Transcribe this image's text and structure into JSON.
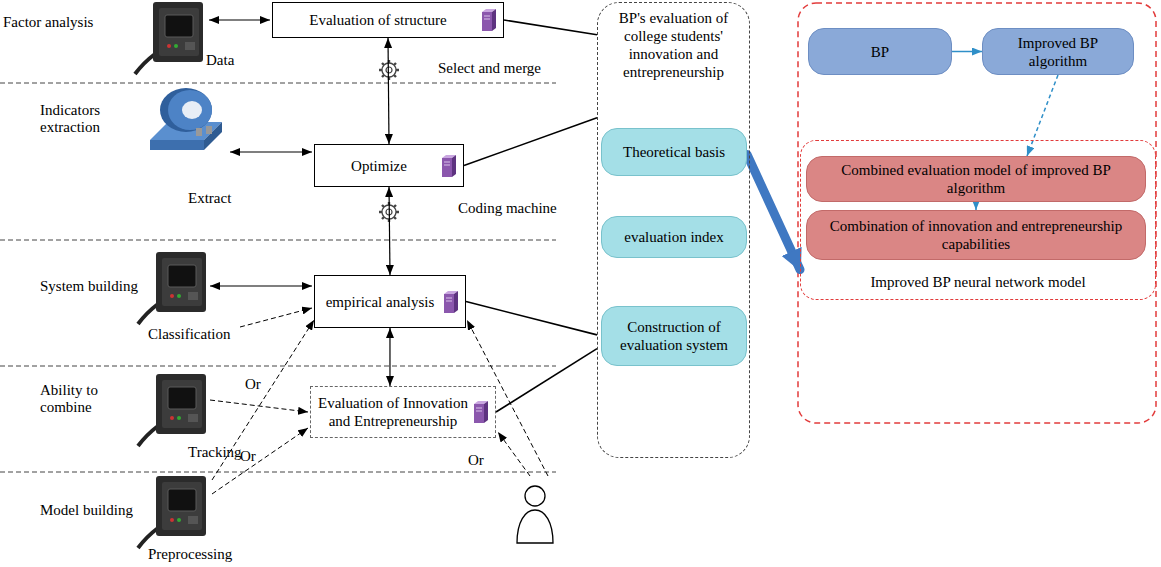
{
  "diagram": {
    "nodes": [
      {
        "text": [
          "Evaluation of structure"
        ]
      },
      {
        "text": [
          "Optimize"
        ]
      },
      {
        "text": [
          "empirical analysis"
        ]
      },
      {
        "text": [
          "Evaluation of Innovation and Entrepreneurship"
        ]
      },
      {
        "text": [
          "BP's evaluation of college students' innovation and entrepreneurship"
        ]
      },
      {
        "text": [
          "Theoretical basis"
        ],
        "in": 4
      },
      {
        "text": [
          "evaluation index"
        ],
        "in": 4
      },
      {
        "text": [
          "Construction of evaluation system"
        ],
        "in": 4
      },
      {
        "text": [
          "BP"
        ]
      },
      {
        "text": [
          "Improved BP algorithm"
        ]
      },
      {
        "text": [
          "Improved BP neural network model"
        ]
      },
      {
        "text": [
          "Combined evaluation model of improved BP algorithm"
        ],
        "in": 10
      },
      {
        "text": [
          "Combination of innovation and entrepreneurship capabilities"
        ],
        "in": 10
      }
    ],
    "edges": [
      {
        "from": 0,
        "to": 1,
        "arrow": "both"
      },
      {
        "from": 1,
        "to": 2,
        "arrow": "both"
      },
      {
        "from": 2,
        "to": 3,
        "arrow": "both"
      },
      {
        "from": 0,
        "to": 4,
        "arrow": "none"
      },
      {
        "from": 1,
        "to": 4,
        "arrow": "none"
      },
      {
        "from": 2,
        "to": 4,
        "arrow": "none"
      },
      {
        "from": 3,
        "to": 4,
        "arrow": "none"
      },
      {
        "from": 8,
        "to": 9,
        "arrow": "to"
      },
      {
        "from": 9,
        "to": 11,
        "arrow": "to"
      },
      {
        "from": 11,
        "to": 12,
        "arrow": "to"
      },
      {
        "from": 5,
        "to": 10,
        "arrow": "to"
      }
    ],
    "labels": [
      "Factor analysis",
      "Data",
      "Select and merge",
      "Indicators extraction",
      "Extract",
      "Coding machine",
      "System building",
      "Classification",
      "Ability to combine",
      "Or",
      "Tracking",
      "Or",
      "Or",
      "Model building",
      "Preprocessing"
    ]
  }
}
